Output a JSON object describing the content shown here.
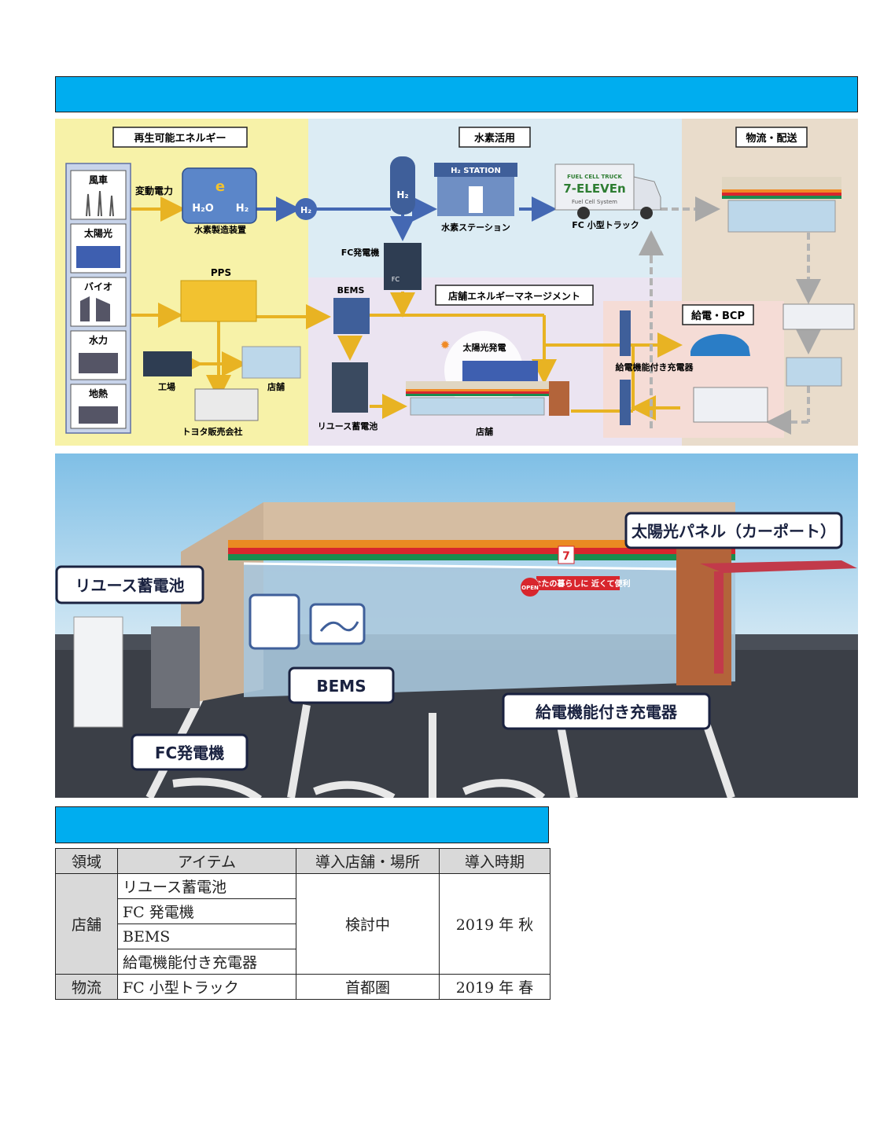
{
  "diagram": {
    "sections": {
      "renewable": "再生可能エネルギー",
      "hydrogen": "水素活用",
      "logistics": "物流・配送",
      "store_energy": "店舗エネルギーマネージメント",
      "supply_bcp": "給電・BCP"
    },
    "sources": [
      "風車",
      "太陽光",
      "バイオ",
      "水力",
      "地熱"
    ],
    "labels": {
      "variable_power": "変動電力",
      "electron": "e",
      "h2o": "H₂O",
      "h2_out": "H₂",
      "h2_plant": "水素製造装置",
      "h2_badge": "H₂",
      "h2_tank": "H₂",
      "station_sign": "H₂ STATION",
      "station": "水素ステーション",
      "truck": "FC 小型トラック",
      "fc_generator": "FC発電機",
      "fc_box": "FC",
      "pps": "PPS",
      "bems": "BEMS",
      "factory": "工場",
      "store_small": "店舗",
      "toyota": "トヨタ販売会社",
      "reuse_battery": "リユース蓄電池",
      "solar_gen": "太陽光発電",
      "store_main": "店舗",
      "charger": "給電機能付き充電器",
      "truck_brand": "7-ELEVEn",
      "truck_top": "FUEL CELL TRUCK",
      "truck_sub": "Fuel Cell System"
    }
  },
  "render": {
    "callouts": {
      "battery": "リユース蓄電池",
      "solar_carport": "太陽光パネル（カーポート）",
      "bems": "BEMS",
      "charger": "給電機能付き充電器",
      "fc": "FC発電機"
    },
    "banner": "あなたの暮らしに 近くて便利",
    "open": "OPEN",
    "seven": "7"
  },
  "table": {
    "headers": [
      "領域",
      "アイテム",
      "導入店舗・場所",
      "導入時期"
    ],
    "store_group": {
      "area": "店舗",
      "items": [
        "リユース蓄電池",
        "FC 発電機",
        "BEMS",
        "給電機能付き充電器"
      ],
      "location": "検討中",
      "timing": "2019 年  秋"
    },
    "logistics_row": {
      "area": "物流",
      "item": "FC 小型トラック",
      "location": "首都圏",
      "timing": "2019 年  春"
    }
  },
  "colors": {
    "header_bar": "#00adef",
    "renewable_bg": "#f7f2a8",
    "hydrogen_bg": "#dcecf4",
    "logistics_bg": "#e9dccb",
    "store_energy_bg": "#ebe4f1",
    "supply_bg": "#f5dcd6",
    "flow_yellow": "#e8b323",
    "flow_blue": "#4468b3",
    "flow_gray": "#b3b3b3"
  }
}
